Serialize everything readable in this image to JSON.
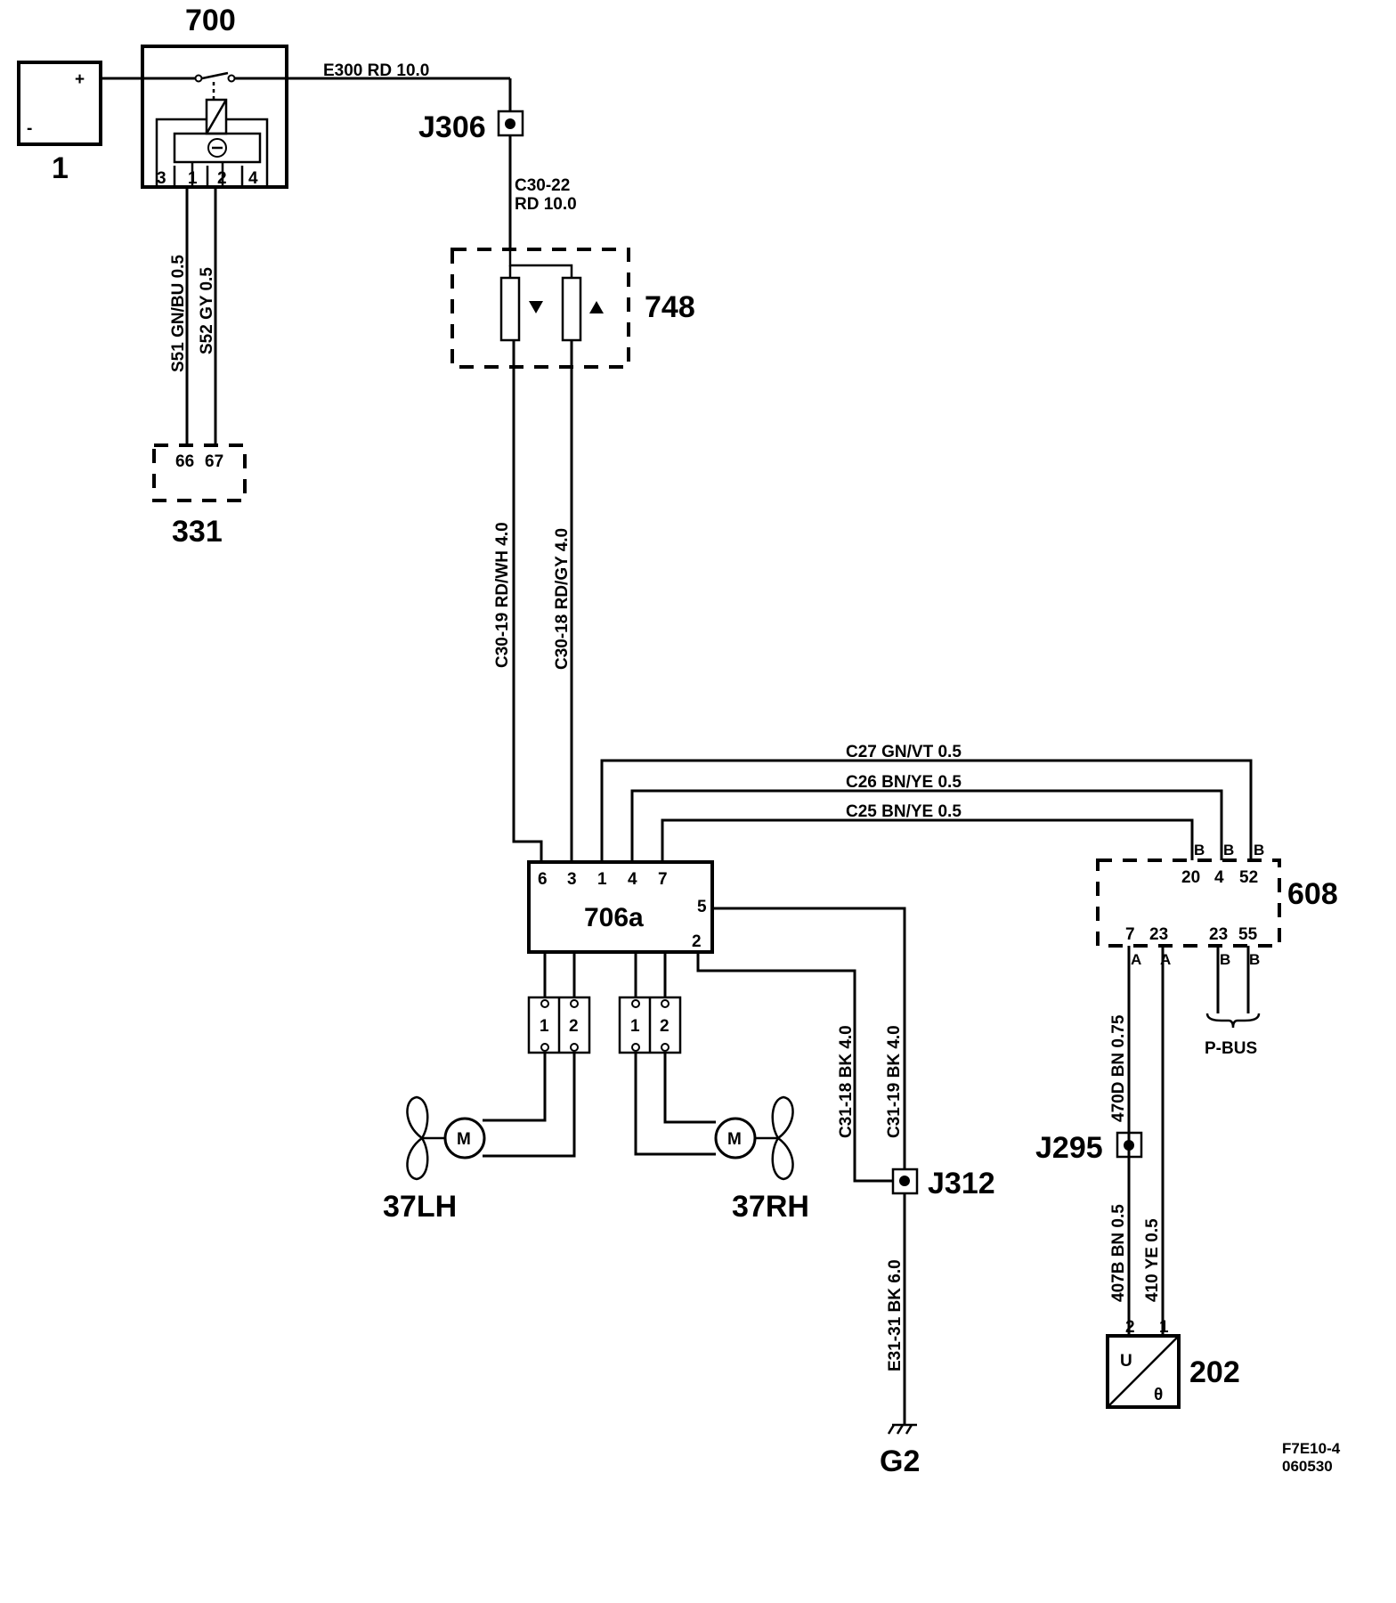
{
  "components": {
    "battery": {
      "id": "1",
      "plus": "+",
      "minus": "-"
    },
    "relay": {
      "id": "700",
      "pins": [
        "3",
        "1",
        "2",
        "4"
      ]
    },
    "fuse_box": {
      "id": "748"
    },
    "module_331": {
      "id": "331",
      "pins": [
        "66",
        "67"
      ]
    },
    "controller": {
      "id": "706a",
      "pins_top": [
        "6",
        "3",
        "1",
        "4",
        "7"
      ],
      "pin_right_upper": "5",
      "pin_right_lower": "2"
    },
    "ecu_608": {
      "id": "608",
      "pins_top": [
        "20",
        "4",
        "52"
      ],
      "pins_top_conn": [
        "B",
        "B",
        "B"
      ],
      "pins_bottom": [
        "7",
        "23",
        "23",
        "55"
      ],
      "pins_bottom_conn": [
        "A",
        "A",
        "B",
        "B"
      ]
    },
    "sensor_202": {
      "id": "202",
      "u": "U",
      "theta": "θ",
      "pins": [
        "2",
        "1"
      ]
    },
    "fan_lh": {
      "id": "37LH",
      "motor": "M"
    },
    "fan_rh": {
      "id": "37RH",
      "motor": "M"
    },
    "connector_lh": {
      "pins": [
        "1",
        "2"
      ]
    },
    "connector_rh": {
      "pins": [
        "1",
        "2"
      ]
    },
    "ground": {
      "id": "G2"
    },
    "p_bus": {
      "label": "P-BUS"
    }
  },
  "junctions": {
    "j306": "J306",
    "j312": "J312",
    "j295": "J295"
  },
  "wires": {
    "e300": "E300 RD 10.0",
    "c30_22_a": "C30-22",
    "c30_22_b": "RD 10.0",
    "s51": "S51 GN/BU 0.5",
    "s52": "S52   GY 0.5",
    "c30_19": "C30-19 RD/WH 4.0",
    "c30_18": "C30-18 RD/GY 4.0",
    "c27": "C27   GN/VT   0.5",
    "c26": "C26  BN/YE   0.5",
    "c25": "C25  BN/YE   0.5",
    "c31_18": "C31-18 BK 4.0",
    "c31_19": "C31-19 BK 4.0",
    "e31_31": "E31-31 BK 6.0",
    "w470d": "470D BN 0.75",
    "w407b": "407B  BN  0.5",
    "w410": "410  YE  0.5"
  },
  "footer": {
    "code": "F7E10-4",
    "date": "060530"
  },
  "colors": {
    "ink": "#000000",
    "background": "#ffffff"
  }
}
